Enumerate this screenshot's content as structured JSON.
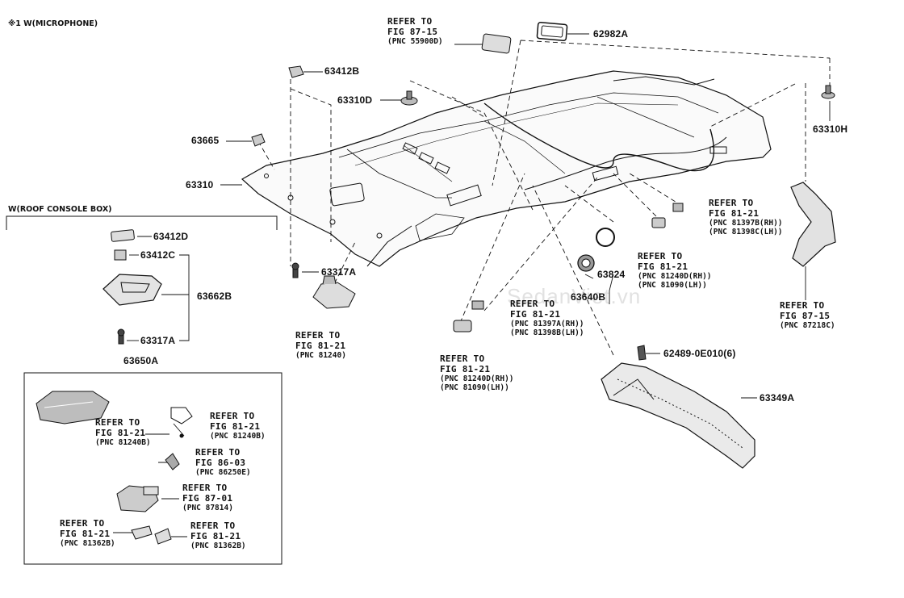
{
  "header": {
    "microphone_note": "※1 W(MICROPHONE)",
    "roof_console_note": "W(ROOF CONSOLE BOX)"
  },
  "watermark": "SedanViet.vn",
  "parts": {
    "p62982A": "62982A",
    "p63412B": "63412B",
    "p63310D": "63310D",
    "p63665": "63665",
    "p63310": "63310",
    "p63317A_top": "63317A",
    "p63824": "63824",
    "p63640B": "63640B",
    "p63310H": "63310H",
    "p63412D": "63412D",
    "p63412C": "63412C",
    "p63662B": "63662B",
    "p63317A_box": "63317A",
    "p63650A": "63650A",
    "p62489": "62489-0E010(6)",
    "p63349A": "63349A"
  },
  "refers": {
    "r55900D": {
      "l1": "REFER TO",
      "l2": "FIG 87-15",
      "l3": "(PNC 55900D)"
    },
    "r81240_a": {
      "l1": "REFER TO",
      "l2": "FIG 81-21",
      "l3": "(PNC 81240)"
    },
    "r81397": {
      "l1": "REFER TO",
      "l2": "FIG 81-21",
      "l3": "(PNC 81397A(RH))",
      "l4": "(PNC 81398B(LH))"
    },
    "r81240D_a": {
      "l1": "REFER TO",
      "l2": "FIG 81-21",
      "l3": "(PNC 81240D(RH))",
      "l4": "(PNC 81090(LH))"
    },
    "r81240D_b": {
      "l1": "REFER TO",
      "l2": "FIG 81-21",
      "l3": "(PNC 81240D(RH))",
      "l4": "(PNC 81090(LH))"
    },
    "r81397B": {
      "l1": "REFER TO",
      "l2": "FIG 81-21",
      "l3": "(PNC 81397B(RH))",
      "l4": "(PNC 81398C(LH))"
    },
    "r87218C": {
      "l1": "REFER TO",
      "l2": "FIG 87-15",
      "l3": "(PNC 87218C)"
    },
    "box_81240B_a": {
      "l1": "REFER TO",
      "l2": "FIG 81-21",
      "l3": "(PNC 81240B)"
    },
    "box_81240B_b": {
      "l1": "REFER TO",
      "l2": "FIG 81-21",
      "l3": "(PNC 81240B)"
    },
    "box_86250E": {
      "l1": "REFER TO",
      "l2": "FIG 86-03",
      "l3": "(PNC 86250E)"
    },
    "box_87814": {
      "l1": "REFER TO",
      "l2": "FIG 87-01",
      "l3": "(PNC 87814)"
    },
    "box_81362B_a": {
      "l1": "REFER TO",
      "l2": "FIG 81-21",
      "l3": "(PNC 81362B)"
    },
    "box_81362B_b": {
      "l1": "REFER TO",
      "l2": "FIG 81-21",
      "l3": "(PNC 81362B)"
    }
  }
}
